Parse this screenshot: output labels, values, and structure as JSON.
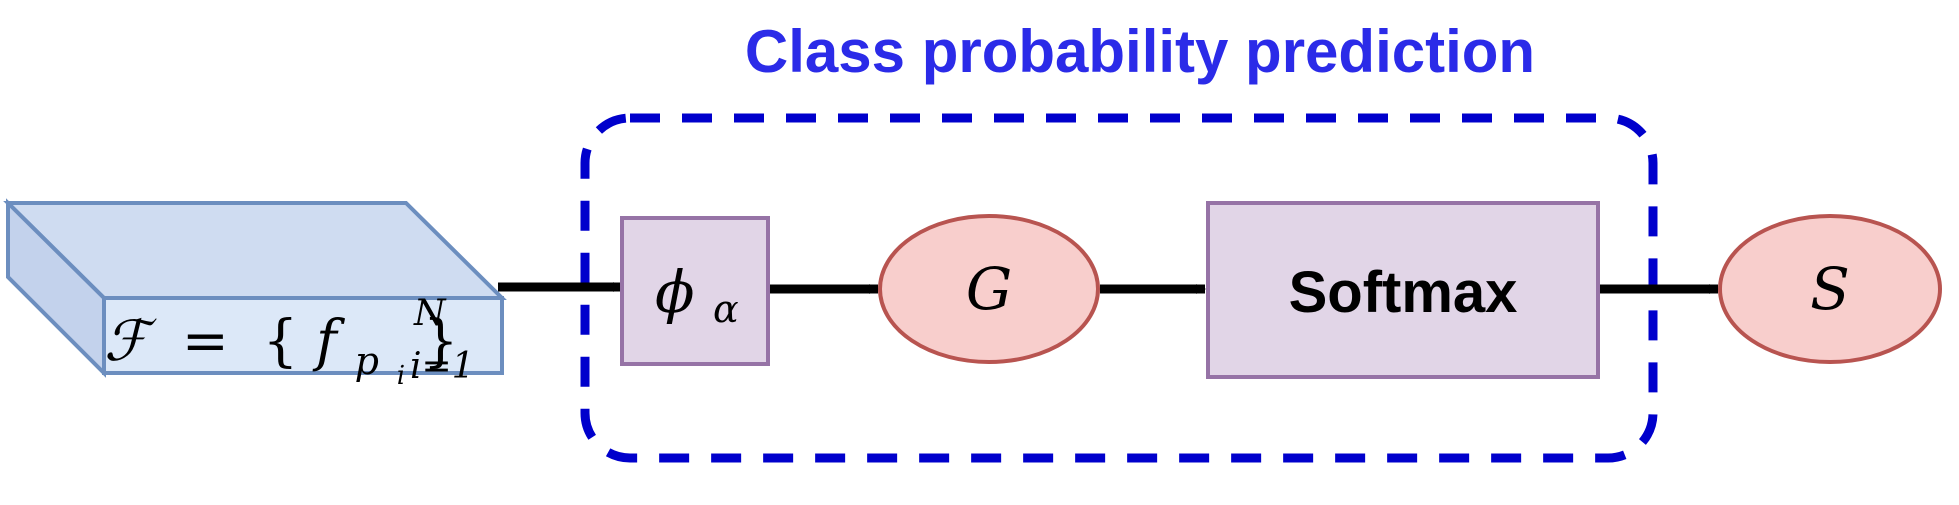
{
  "diagram": {
    "title": "Class probability prediction",
    "feature_set": {
      "script_symbol": "ℱ",
      "equals": "=",
      "brace_open": "{",
      "f": "f",
      "p": "p",
      "i": "i",
      "brace_close": "}",
      "sup_N": "N",
      "sub_range": "i=1"
    },
    "phi": {
      "symbol": "ϕ",
      "subscript": "α"
    },
    "g_node": "G",
    "softmax": "Softmax",
    "s_node": "S"
  },
  "colors": {
    "title": "#2b2be8",
    "dashed_border": "#0000cc",
    "prism_fill": "#cfdcf1",
    "prism_front": "#dce8f8",
    "prism_stroke": "#6c8ebf",
    "purple_fill": "#e1d5e7",
    "purple_stroke": "#9673a6",
    "red_fill": "#f8cecc",
    "red_stroke": "#b85450",
    "arrow": "#000000"
  }
}
